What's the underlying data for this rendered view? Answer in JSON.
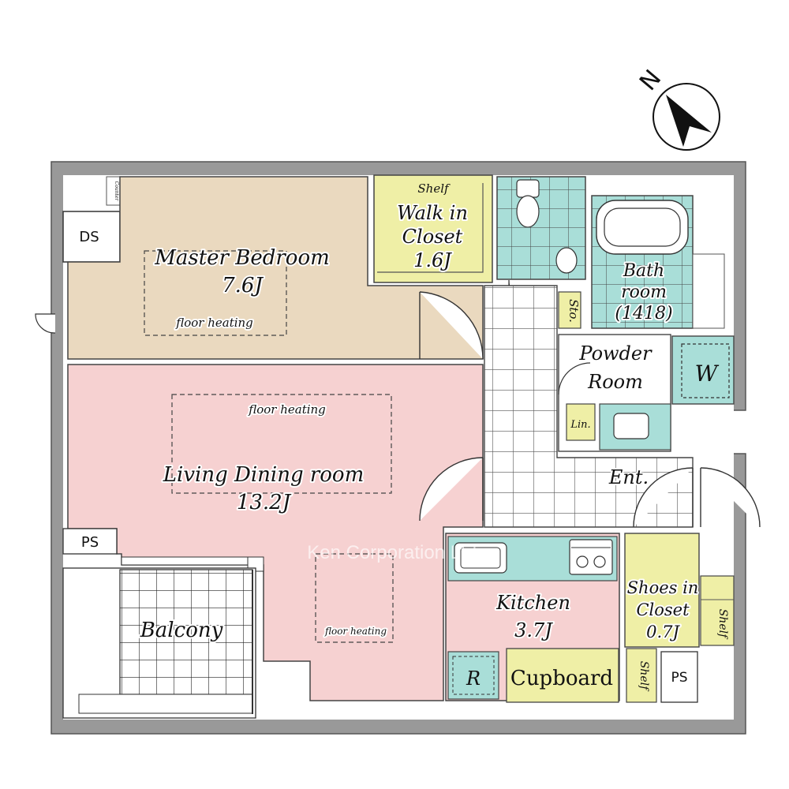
{
  "colors": {
    "wall": "#999999",
    "bedroom": "#ead9bf",
    "living": "#f6d1d1",
    "closet": "#efefa6",
    "wet": "#a9ded8",
    "kitchen": "#f6d1d1",
    "floor_tile": "#ffffff"
  },
  "rooms": {
    "counter": "Counter",
    "ds": "DS",
    "master_bedroom": "Master Bedroom",
    "master_bedroom_size": "7.6J",
    "bedroom_heating": "floor heating",
    "wic_shelf": "Shelf",
    "wic_line1": "Walk in",
    "wic_line2": "Closet",
    "wic_size": "1.6J",
    "bath_line1": "Bath",
    "bath_line2": "room",
    "bath_size": "(1418)",
    "storage": "Sto.",
    "powder_line1": "Powder",
    "powder_line2": "Room",
    "washer": "W",
    "linen": "Lin.",
    "living_heating": "floor heating",
    "living": "Living Dining room",
    "living_size": "13.2J",
    "entrance": "Ent.",
    "ps_left": "PS",
    "balcony": "Balcony",
    "lower_heating": "floor heating",
    "kitchen": "Kitchen",
    "kitchen_size": "3.7J",
    "fridge": "R",
    "cupboard": "Cupboard",
    "shoes_line1": "Shoes in",
    "shoes_line2": "Closet",
    "shoes_size": "0.7J",
    "shoes_shelf": "Shelf",
    "shelf_small": "Shelf",
    "ps_right": "PS"
  },
  "compass": {
    "label": "N"
  },
  "watermark": "Ken Corporation Ltd."
}
